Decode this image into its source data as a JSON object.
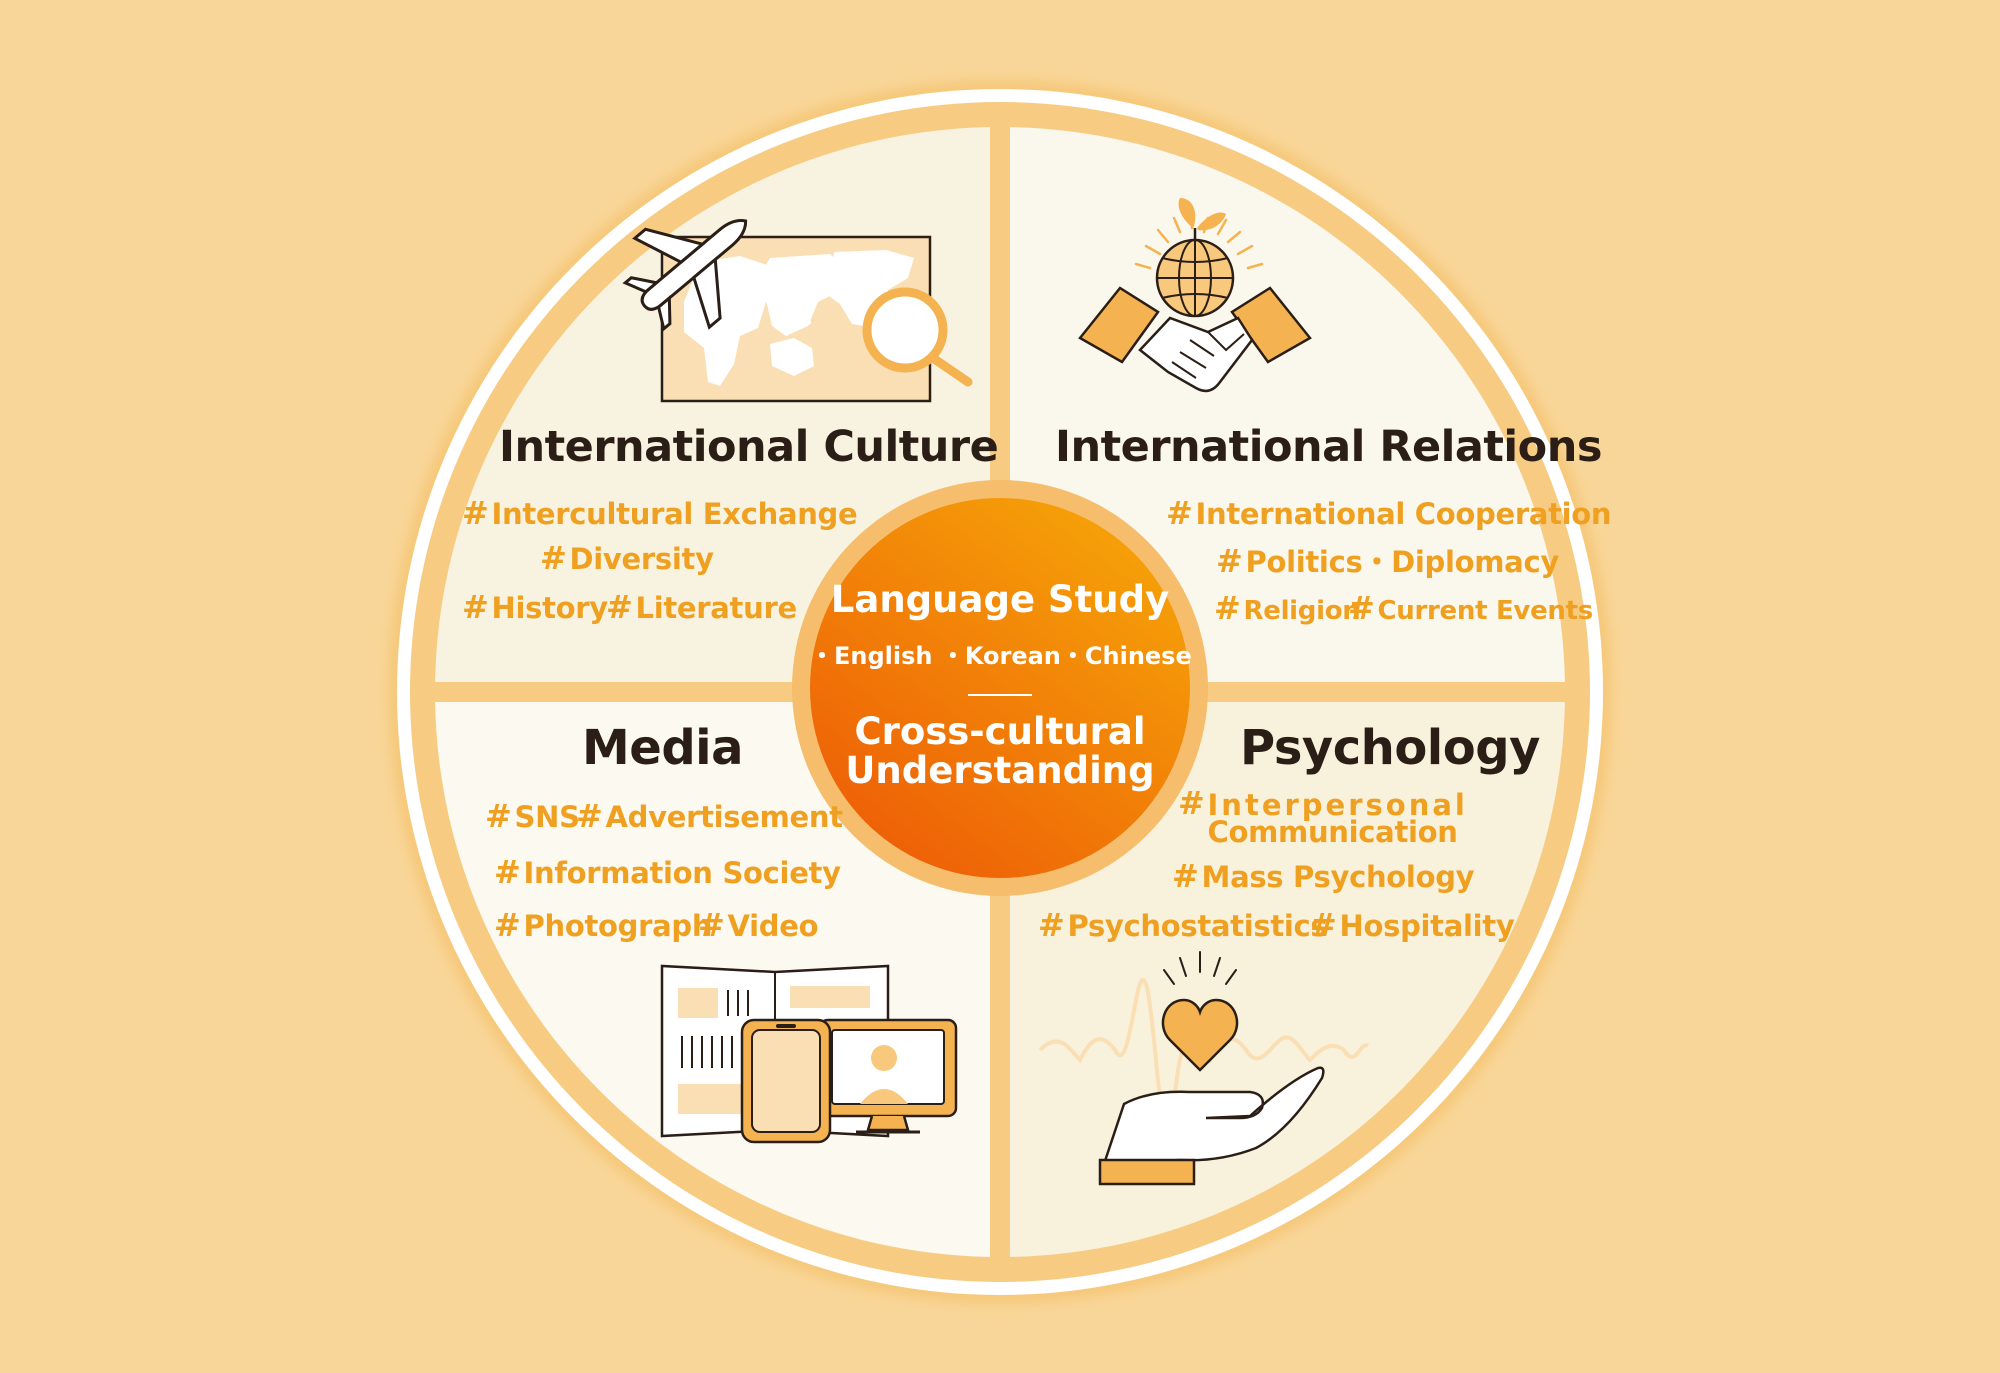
{
  "colors": {
    "background": "#F8D699",
    "accent_orange": "#F0A020",
    "center_gradient_start": "#F59F08",
    "center_gradient_end": "#EE6207",
    "heading_text": "#2A1E17"
  },
  "center": {
    "title": "Language Study",
    "languages": "・English ・Korean・Chinese",
    "bottom_line1": "Cross-cultural",
    "bottom_line2": "Understanding"
  },
  "quadrants": {
    "culture": {
      "title": "International Culture",
      "icon": "world-map-plane-magnifier-icon",
      "tags": [
        "Intercultural Exchange",
        "Diversity",
        "History",
        "Literature"
      ]
    },
    "relations": {
      "title": "International Relations",
      "icon": "handshake-globe-sprout-icon",
      "tags": [
        "International Cooperation",
        "Politics・Diplomacy",
        "Religion",
        "Current Events"
      ]
    },
    "media": {
      "title": "Media",
      "icon": "newspaper-phone-monitor-icon",
      "tags": [
        "SNS",
        "Advertisement",
        "Information Society",
        "Photograph",
        "Video"
      ]
    },
    "psychology": {
      "title": "Psychology",
      "icon": "hand-heart-wave-icon",
      "tags": [
        "Interpersonal",
        "Communication",
        "Mass Psychology",
        "Psychostatistics",
        "Hospitality"
      ]
    }
  },
  "hash_symbol": "#"
}
